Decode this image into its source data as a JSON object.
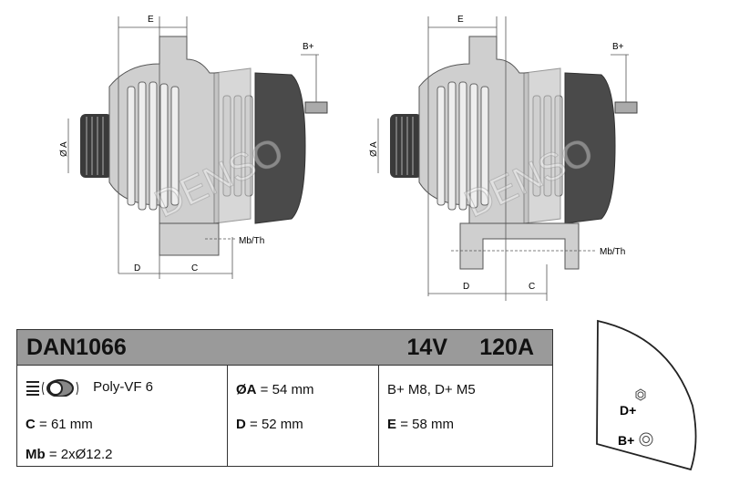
{
  "diagram": {
    "brand_watermark": "DENSO",
    "left_view": {
      "labels": {
        "e": "E",
        "b_plus": "B+",
        "diameter_a": "Ø A",
        "d": "D",
        "c": "C",
        "mb_th": "Mb/Th"
      }
    },
    "right_view": {
      "labels": {
        "e": "E",
        "b_plus": "B+",
        "diameter_a": "Ø A",
        "d": "D",
        "c": "C",
        "mb_th": "Mb/Th"
      }
    },
    "terminal_view": {
      "d_plus": "D+",
      "b_plus": "B+"
    }
  },
  "spec_table": {
    "part_number": "DAN1066",
    "voltage": "14V",
    "amperage": "120A",
    "pulley": {
      "icon": "pulley-clutch-icon",
      "text": "Poly-VF 6"
    },
    "c_key": "C",
    "c_value": "= 61 mm",
    "mb_key": "Mb",
    "mb_value": "= 2xØ12.2",
    "a_key": "ØA",
    "a_value": "= 54 mm",
    "d_key": "D",
    "d_value": "= 52 mm",
    "terminals": "B+ M8, D+ M5",
    "e_key": "E",
    "e_value": "= 58 mm"
  },
  "colors": {
    "header_gray": "#9a9a9a",
    "body_gray": "#cfcfcf",
    "dark_cap": "#4a4a4a"
  }
}
